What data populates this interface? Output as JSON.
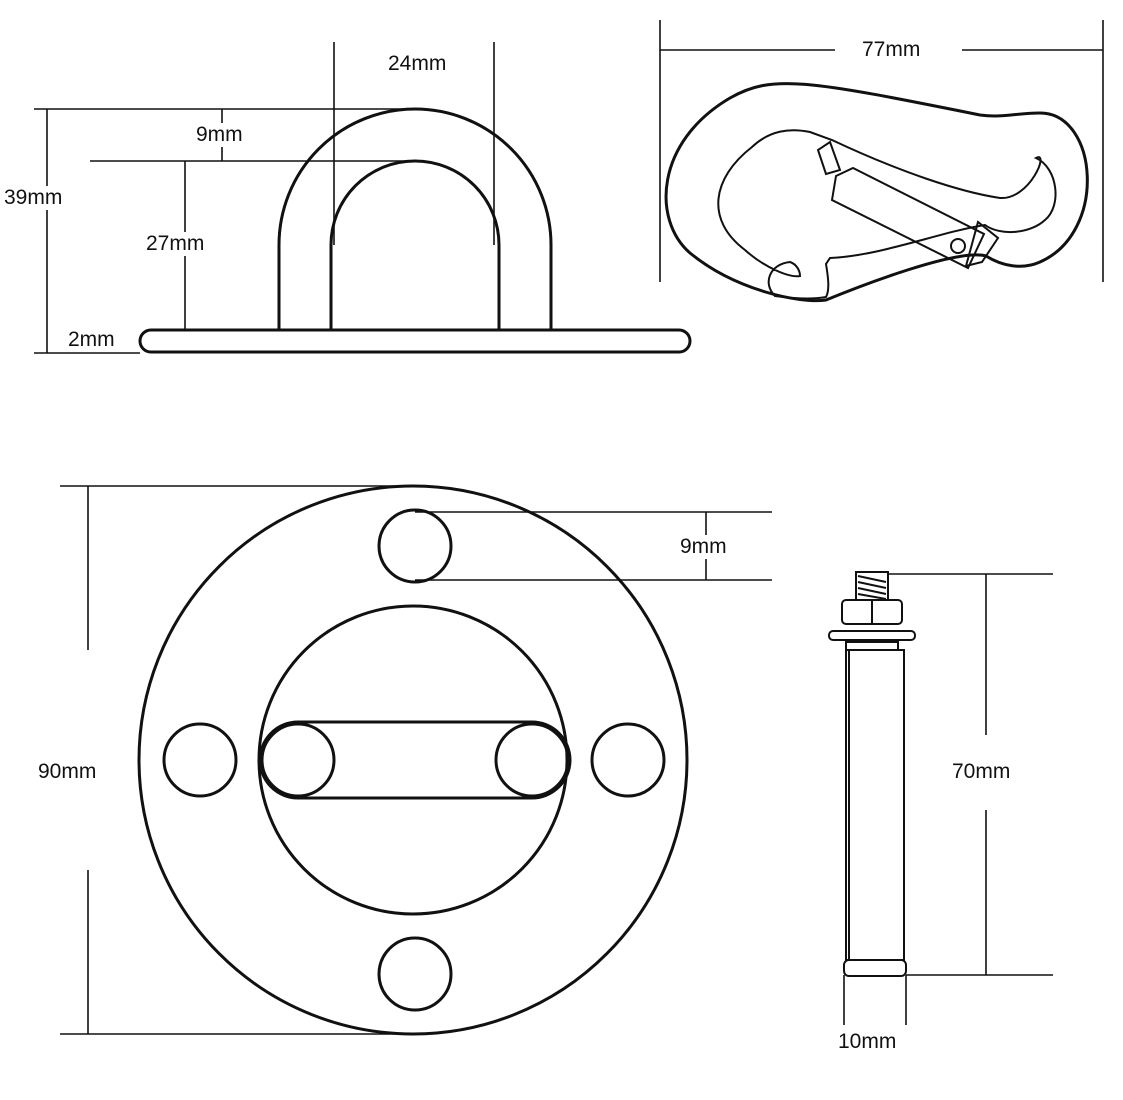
{
  "dimensions": {
    "hook_width": "24mm",
    "hook_outer_height": "39mm",
    "hook_rod": "9mm",
    "hook_inner_height": "27mm",
    "plate_thickness": "2mm",
    "carabiner_length": "77mm",
    "plate_diameter": "90mm",
    "hole_diameter": "9mm",
    "bolt_length": "70mm",
    "bolt_diameter": "10mm"
  },
  "colors": {
    "line": "#111111",
    "background": "#ffffff"
  }
}
